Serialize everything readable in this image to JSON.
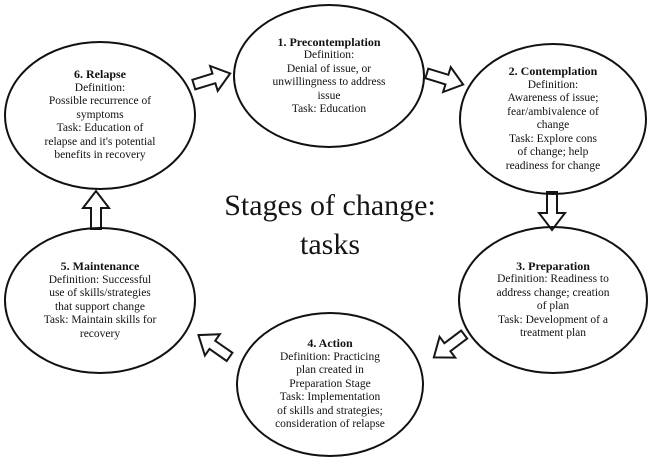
{
  "title": {
    "line1": "Stages of change:",
    "line2": "tasks"
  },
  "stages": [
    {
      "heading": "1. Precontemplation",
      "body": "Definition:\nDenial of issue, or\nunwillingness to address\nissue\nTask: Education"
    },
    {
      "heading": "2. Contemplation",
      "body": "Definition:\nAwareness of issue;\nfear/ambivalence of\nchange\nTask: Explore cons\nof change; help\nreadiness for change"
    },
    {
      "heading": "3. Preparation",
      "body": "Definition: Readiness to\naddress change; creation\nof plan\nTask: Development of a\ntreatment plan"
    },
    {
      "heading": "4. Action",
      "body": "Definition: Practicing\nplan created in\nPreparation Stage\nTask: Implementation\nof skills and strategies;\nconsideration of relapse"
    },
    {
      "heading": "5. Maintenance",
      "body": "Definition: Successful\nuse of skills/strategies\nthat support change\nTask: Maintain skills for\nrecovery"
    },
    {
      "heading": "6. Relapse",
      "body": "Definition:\nPossible recurrence of\nsymptoms\nTask: Education of\nrelapse and it's potential\nbenefits in recovery"
    }
  ],
  "icons": {
    "arrow_glyph": "hollow-block-arrow"
  },
  "colors": {
    "ink": "#111111",
    "background": "#ffffff"
  }
}
